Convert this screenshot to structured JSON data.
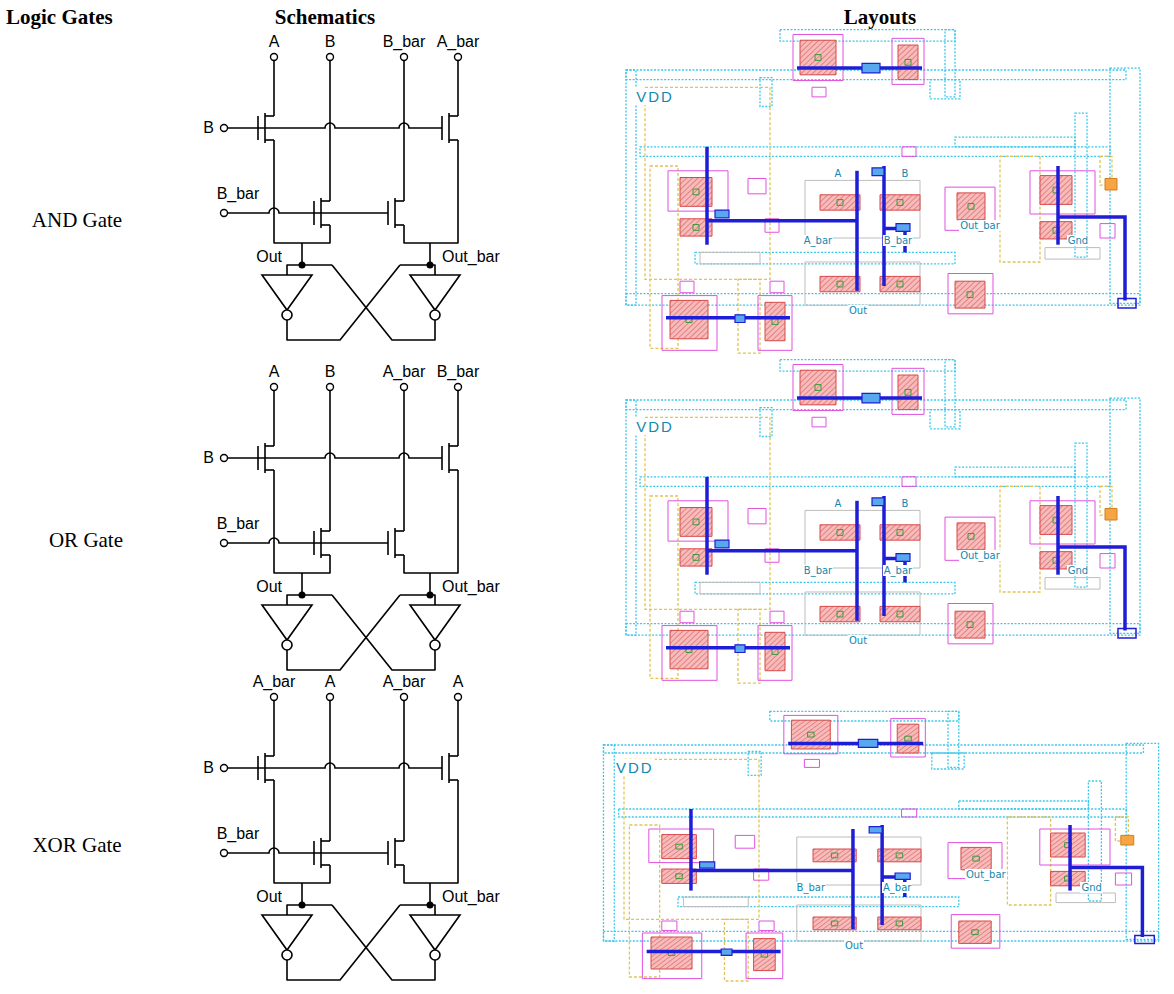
{
  "diagram": {
    "labels": [
      "Logic Gates",
      "Schematics",
      "Layouts",
      "AND Gate",
      "A",
      "B",
      "B_bar",
      "A_bar",
      "B",
      "B_bar",
      "Out",
      "Out_bar",
      "VDD",
      "A",
      "B",
      "A_bar",
      "B_bar",
      "Out_bar",
      "Gnd",
      "Out",
      "OR Gate",
      "A",
      "B",
      "A_bar",
      "B_bar",
      "B",
      "B_bar",
      "Out",
      "Out_bar",
      "VDD",
      "A",
      "B",
      "B_bar",
      "A_bar",
      "Out_bar",
      "Gnd",
      "Out",
      "XOR Gate",
      "A_bar",
      "A",
      "A_bar",
      "A",
      "B",
      "B_bar",
      "Out",
      "Out_bar",
      "VDD",
      "B_bar",
      "A_bar",
      "Out_bar",
      "Gnd",
      "Out"
    ]
  }
}
